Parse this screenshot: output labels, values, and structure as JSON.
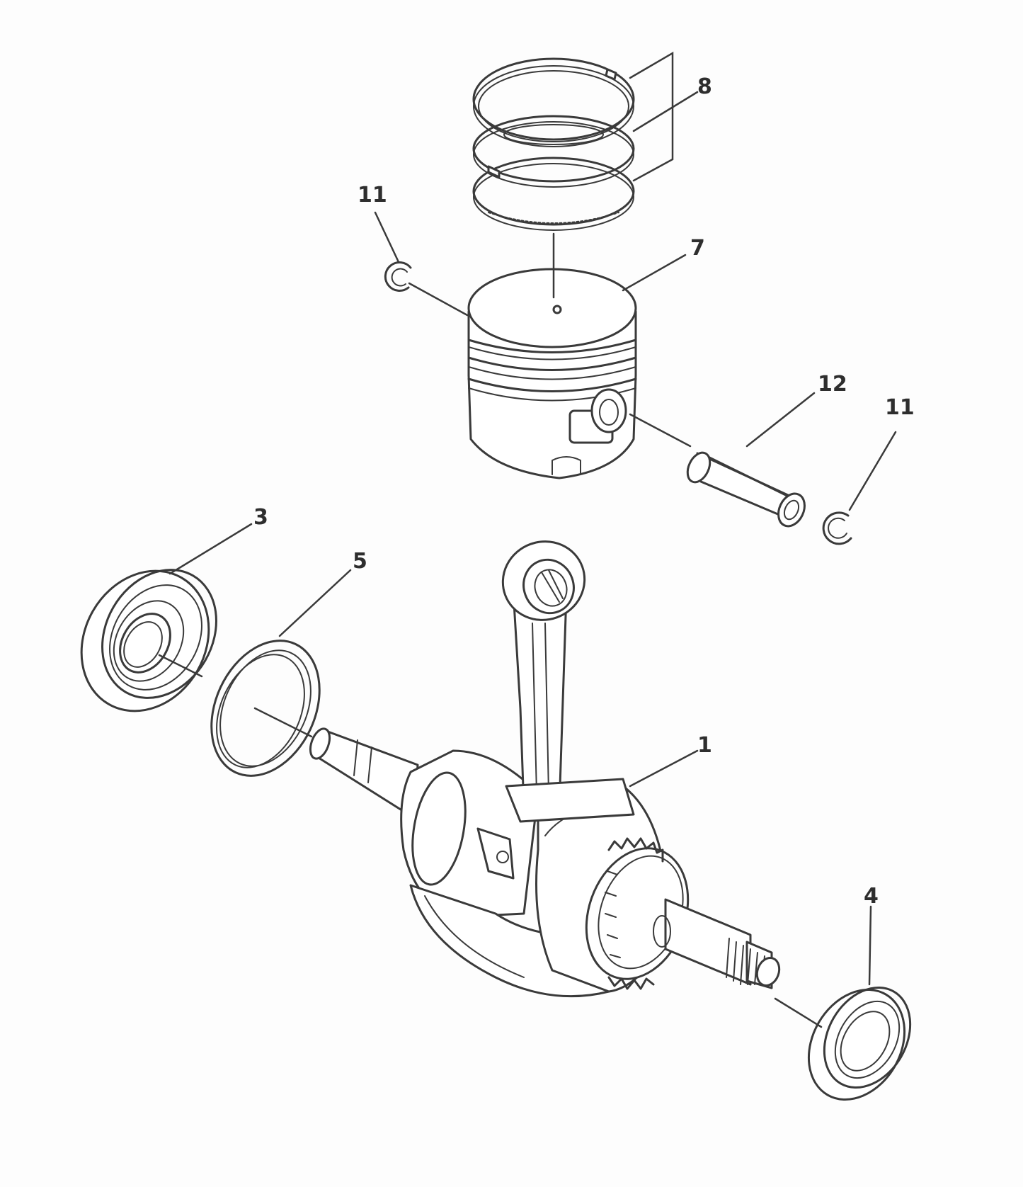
{
  "colors": {
    "line": "#3a3a3a",
    "background": "#fdfdfd"
  },
  "labels": {
    "crankshaft": "1",
    "oil_seal_left": "3",
    "oil_seal_right": "4",
    "shim_washer": "5",
    "piston": "7",
    "piston_rings": "8",
    "circlip_left": "11",
    "circlip_right": "11",
    "piston_pin": "12"
  }
}
